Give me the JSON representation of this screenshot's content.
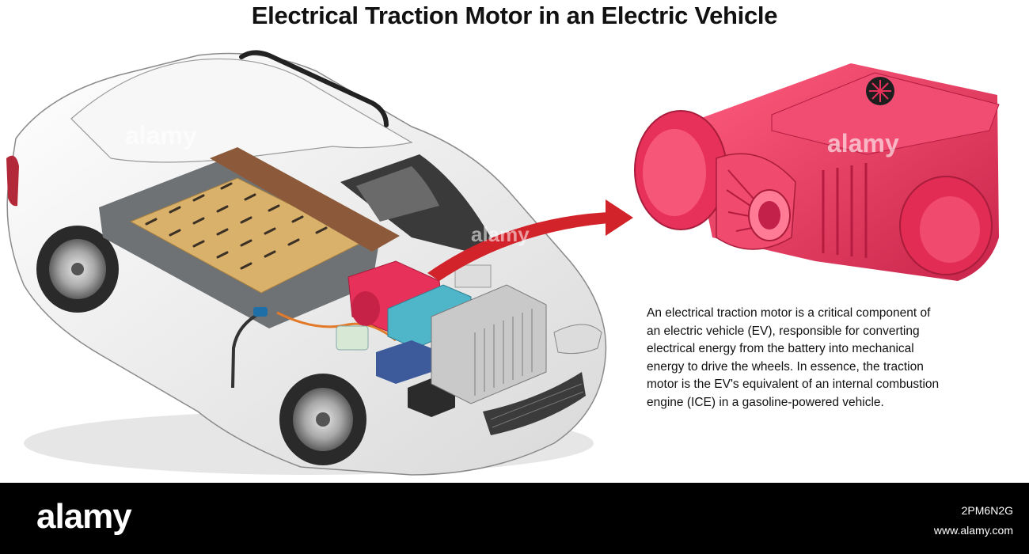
{
  "title": "Electrical Traction Motor in an Electric Vehicle",
  "description_lines": [
    "An electrical traction motor is a critical component of",
    "an electric vehicle (EV), responsible for converting",
    "electrical energy from the battery into mechanical",
    "energy to drive the wheels. In essence, the traction",
    "motor is the EV's equivalent of an internal combustion",
    "engine (ICE) in a gasoline-powered vehicle."
  ],
  "watermark_text": "alamy",
  "footer": {
    "brand": "alamy",
    "image_id": "2PM6N2G",
    "url": "www.alamy.com"
  },
  "colors": {
    "motor_red": "#e8315a",
    "motor_highlight": "#ff6f8c",
    "motor_dark": "#b41c40",
    "arrow_red": "#d2232a",
    "battery_tan": "#d9b16a",
    "battery_brown": "#8c5a3a",
    "battery_gray": "#6f7275",
    "car_white": "#f2f2f2",
    "cooling_blue": "#4fb6c9",
    "footer_bg": "#000000"
  }
}
